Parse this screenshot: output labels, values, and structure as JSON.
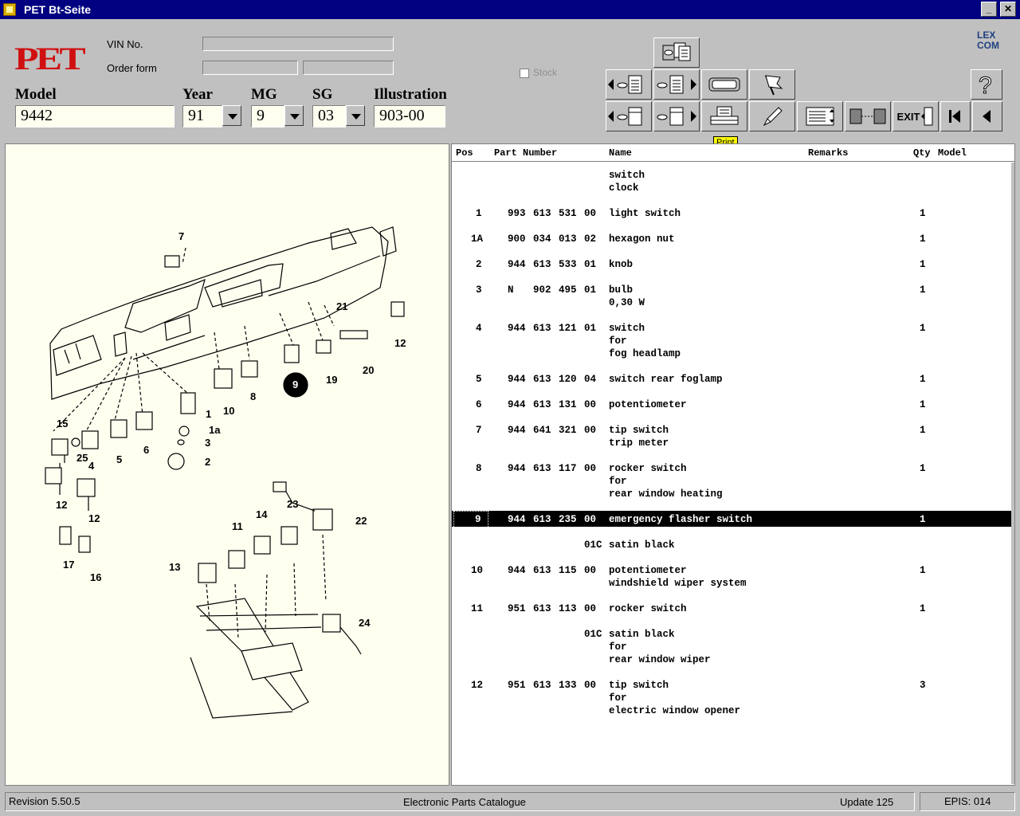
{
  "window": {
    "title": "PET Bt-Seite"
  },
  "header": {
    "vin_label": "VIN No.",
    "order_label": "Order form",
    "stock_label": "Stock",
    "model_label": "Model",
    "model_value": "9442",
    "year_label": "Year",
    "year_value": "91",
    "mg_label": "MG",
    "mg_value": "9",
    "sg_label": "SG",
    "sg_value": "03",
    "illustration_label": "Illustration",
    "illustration_value": "903-00",
    "lexcom_top": "LEX",
    "lexcom_bottom": "COM"
  },
  "toolbar": {
    "exit_label": "EXIT",
    "print_tooltip": "Print"
  },
  "parts": {
    "columns": {
      "pos": "Pos",
      "part_number": "Part Number",
      "name": "Name",
      "remarks": "Remarks",
      "qty": "Qty",
      "model": "Model"
    },
    "rows": [
      {
        "pos": "",
        "pn1": "",
        "pn2": "",
        "pn3": "",
        "pn4": "",
        "name": [
          "switch",
          "clock"
        ],
        "qty": "",
        "selected": false
      },
      {
        "pos": "1",
        "pn1": "993",
        "pn2": "613",
        "pn3": "531",
        "pn4": "00",
        "name": [
          "light switch"
        ],
        "qty": "1",
        "selected": false
      },
      {
        "pos": "1A",
        "pn1": "900",
        "pn2": "034",
        "pn3": "013",
        "pn4": "02",
        "name": [
          "hexagon nut"
        ],
        "qty": "1",
        "selected": false
      },
      {
        "pos": "2",
        "pn1": "944",
        "pn2": "613",
        "pn3": "533",
        "pn4": "01",
        "name": [
          "knob"
        ],
        "qty": "1",
        "selected": false
      },
      {
        "pos": "3",
        "pn1": "N",
        "pn2": "902",
        "pn3": "495",
        "pn4": "01",
        "name": [
          "bulb",
          "0,30 W"
        ],
        "qty": "1",
        "selected": false
      },
      {
        "pos": "4",
        "pn1": "944",
        "pn2": "613",
        "pn3": "121",
        "pn4": "01",
        "name": [
          "switch",
          "for",
          "fog headlamp"
        ],
        "qty": "1",
        "selected": false
      },
      {
        "pos": "5",
        "pn1": "944",
        "pn2": "613",
        "pn3": "120",
        "pn4": "04",
        "name": [
          "switch rear foglamp"
        ],
        "qty": "1",
        "selected": false
      },
      {
        "pos": "6",
        "pn1": "944",
        "pn2": "613",
        "pn3": "131",
        "pn4": "00",
        "name": [
          "potentiometer"
        ],
        "qty": "1",
        "selected": false
      },
      {
        "pos": "7",
        "pn1": "944",
        "pn2": "641",
        "pn3": "321",
        "pn4": "00",
        "name": [
          "tip switch",
          "trip meter"
        ],
        "qty": "1",
        "selected": false
      },
      {
        "pos": "8",
        "pn1": "944",
        "pn2": "613",
        "pn3": "117",
        "pn4": "00",
        "name": [
          "rocker switch",
          "for",
          "rear window heating"
        ],
        "qty": "1",
        "selected": false
      },
      {
        "pos": "9",
        "pn1": "944",
        "pn2": "613",
        "pn3": "235",
        "pn4": "00",
        "name": [
          "emergency flasher switch"
        ],
        "qty": "1",
        "selected": true
      },
      {
        "pos": "",
        "pn1": "",
        "pn2": "",
        "pn3": "",
        "pn4": "01C",
        "name": [
          "satin black"
        ],
        "qty": "",
        "selected": false
      },
      {
        "pos": "10",
        "pn1": "944",
        "pn2": "613",
        "pn3": "115",
        "pn4": "00",
        "name": [
          "potentiometer",
          "windshield wiper system"
        ],
        "qty": "1",
        "selected": false
      },
      {
        "pos": "11",
        "pn1": "951",
        "pn2": "613",
        "pn3": "113",
        "pn4": "00",
        "name": [
          "rocker switch"
        ],
        "qty": "1",
        "selected": false
      },
      {
        "pos": "",
        "pn1": "",
        "pn2": "",
        "pn3": "",
        "pn4": "01C",
        "name": [
          "satin black",
          "for",
          "rear window wiper"
        ],
        "qty": "",
        "selected": false
      },
      {
        "pos": "12",
        "pn1": "951",
        "pn2": "613",
        "pn3": "133",
        "pn4": "00",
        "name": [
          "tip switch",
          "for",
          "electric window opener"
        ],
        "qty": "3",
        "selected": false
      }
    ]
  },
  "illustration": {
    "callouts": [
      "7",
      "21",
      "12",
      "20",
      "19",
      "9",
      "8",
      "10",
      "1",
      "1a",
      "3",
      "2",
      "15",
      "25",
      "4",
      "5",
      "6",
      "12",
      "12",
      "17",
      "16",
      "11",
      "14",
      "23",
      "22",
      "13",
      "24"
    ],
    "highlighted": "9"
  },
  "status": {
    "revision": "Revision 5.50.5",
    "catalogue": "Electronic Parts Catalogue",
    "update": "Update 125",
    "epis": "EPIS: 014"
  }
}
